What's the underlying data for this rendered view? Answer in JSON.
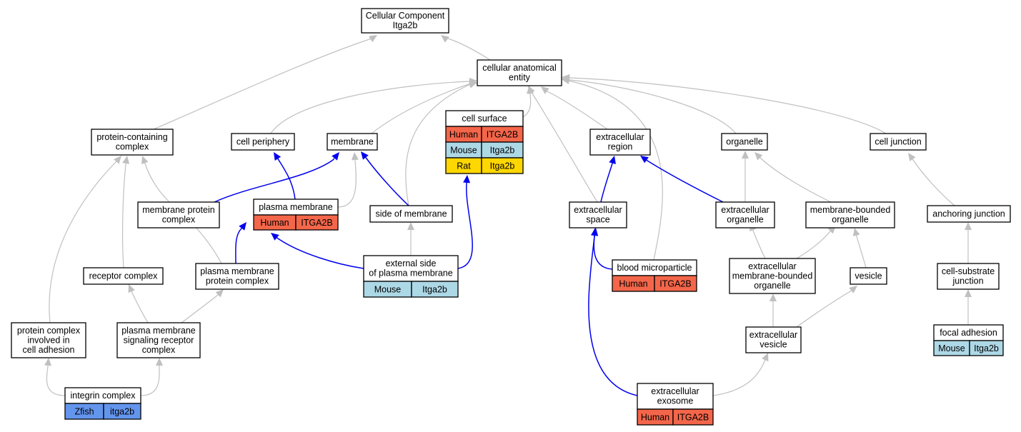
{
  "diagram": {
    "colors": {
      "edge_gray": "#c0c0c0",
      "edge_blue": "#0000ee",
      "Human": "#f4664a",
      "Mouse": "#add8e6",
      "Rat": "#ffd700",
      "Zfish": "#6495ed"
    },
    "nodes": [
      {
        "id": "root",
        "lines": [
          "Cellular Component",
          "Itga2b"
        ]
      },
      {
        "id": "cae",
        "lines": [
          "cellular anatomical",
          "entity"
        ]
      },
      {
        "id": "pcc",
        "lines": [
          "protein-containing",
          "complex"
        ]
      },
      {
        "id": "cellper",
        "lines": [
          "cell periphery"
        ]
      },
      {
        "id": "membrane",
        "lines": [
          "membrane"
        ]
      },
      {
        "id": "cellsurf",
        "lines": [
          "cell surface"
        ],
        "rows": [
          {
            "species": "Human",
            "gene": "ITGA2B"
          },
          {
            "species": "Mouse",
            "gene": "Itga2b"
          },
          {
            "species": "Rat",
            "gene": "Itga2b"
          }
        ]
      },
      {
        "id": "ecregion",
        "lines": [
          "extracellular",
          "region"
        ]
      },
      {
        "id": "organelle",
        "lines": [
          "organelle"
        ]
      },
      {
        "id": "celljunc",
        "lines": [
          "cell junction"
        ]
      },
      {
        "id": "mpc",
        "lines": [
          "membrane protein",
          "complex"
        ]
      },
      {
        "id": "pm",
        "lines": [
          "plasma membrane"
        ],
        "rows": [
          {
            "species": "Human",
            "gene": "ITGA2B"
          }
        ]
      },
      {
        "id": "som",
        "lines": [
          "side of membrane"
        ]
      },
      {
        "id": "ecspace",
        "lines": [
          "extracellular",
          "space"
        ]
      },
      {
        "id": "ecorg",
        "lines": [
          "extracellular",
          "organelle"
        ]
      },
      {
        "id": "mbo",
        "lines": [
          "membrane-bounded",
          "organelle"
        ]
      },
      {
        "id": "anchjunc",
        "lines": [
          "anchoring junction"
        ]
      },
      {
        "id": "recc",
        "lines": [
          "receptor complex"
        ]
      },
      {
        "id": "pmpc",
        "lines": [
          "plasma membrane",
          "protein complex"
        ]
      },
      {
        "id": "espm",
        "lines": [
          "external side",
          "of plasma membrane"
        ],
        "rows": [
          {
            "species": "Mouse",
            "gene": "Itga2b"
          }
        ]
      },
      {
        "id": "bloodmp",
        "lines": [
          "blood microparticle"
        ],
        "rows": [
          {
            "species": "Human",
            "gene": "ITGA2B"
          }
        ]
      },
      {
        "id": "ecmbo",
        "lines": [
          "extracellular",
          "membrane-bounded",
          "organelle"
        ]
      },
      {
        "id": "vesicle",
        "lines": [
          "vesicle"
        ]
      },
      {
        "id": "csj",
        "lines": [
          "cell-substrate",
          "junction"
        ]
      },
      {
        "id": "pcica",
        "lines": [
          "protein complex",
          "involved in",
          "cell adhesion"
        ]
      },
      {
        "id": "pmsrc",
        "lines": [
          "plasma membrane",
          "signaling receptor",
          "complex"
        ]
      },
      {
        "id": "ecves",
        "lines": [
          "extracellular",
          "vesicle"
        ]
      },
      {
        "id": "focadh",
        "lines": [
          "focal adhesion"
        ],
        "rows": [
          {
            "species": "Mouse",
            "gene": "Itga2b"
          }
        ]
      },
      {
        "id": "integrin",
        "lines": [
          "integrin complex"
        ],
        "rows": [
          {
            "species": "Zfish",
            "gene": "itga2b"
          }
        ]
      },
      {
        "id": "ecexo",
        "lines": [
          "extracellular",
          "exosome"
        ],
        "rows": [
          {
            "species": "Human",
            "gene": "ITGA2B"
          }
        ]
      }
    ],
    "edges": [
      {
        "from": "cae",
        "to": "root",
        "style": "gray"
      },
      {
        "from": "pcc",
        "to": "root",
        "style": "gray"
      },
      {
        "from": "cellper",
        "to": "cae",
        "style": "gray"
      },
      {
        "from": "membrane",
        "to": "cae",
        "style": "gray"
      },
      {
        "from": "cellsurf",
        "to": "cae",
        "style": "gray"
      },
      {
        "from": "ecregion",
        "to": "cae",
        "style": "gray"
      },
      {
        "from": "organelle",
        "to": "cae",
        "style": "gray"
      },
      {
        "from": "celljunc",
        "to": "cae",
        "style": "gray"
      },
      {
        "from": "som",
        "to": "cae",
        "style": "gray"
      },
      {
        "from": "ecspace",
        "to": "cae",
        "style": "gray"
      },
      {
        "from": "bloodmp",
        "to": "cae",
        "style": "gray"
      },
      {
        "from": "mpc",
        "to": "pcc",
        "style": "gray"
      },
      {
        "from": "mpc",
        "to": "membrane",
        "style": "blue"
      },
      {
        "from": "pm",
        "to": "cellper",
        "style": "blue"
      },
      {
        "from": "pm",
        "to": "membrane",
        "style": "gray"
      },
      {
        "from": "som",
        "to": "membrane",
        "style": "blue"
      },
      {
        "from": "ecspace",
        "to": "ecregion",
        "style": "blue"
      },
      {
        "from": "ecorg",
        "to": "ecregion",
        "style": "blue"
      },
      {
        "from": "ecorg",
        "to": "organelle",
        "style": "gray"
      },
      {
        "from": "mbo",
        "to": "organelle",
        "style": "gray"
      },
      {
        "from": "anchjunc",
        "to": "celljunc",
        "style": "gray"
      },
      {
        "from": "recc",
        "to": "pcc",
        "style": "gray"
      },
      {
        "from": "pcica",
        "to": "pcc",
        "style": "gray"
      },
      {
        "from": "pmpc",
        "to": "mpc",
        "style": "gray"
      },
      {
        "from": "pmpc",
        "to": "pm",
        "style": "blue"
      },
      {
        "from": "espm",
        "to": "pm",
        "style": "blue"
      },
      {
        "from": "espm",
        "to": "som",
        "style": "gray"
      },
      {
        "from": "espm",
        "to": "cellsurf",
        "style": "blue"
      },
      {
        "from": "bloodmp",
        "to": "ecspace",
        "style": "blue"
      },
      {
        "from": "ecmbo",
        "to": "ecorg",
        "style": "gray"
      },
      {
        "from": "ecmbo",
        "to": "mbo",
        "style": "gray"
      },
      {
        "from": "vesicle",
        "to": "mbo",
        "style": "gray"
      },
      {
        "from": "csj",
        "to": "anchjunc",
        "style": "gray"
      },
      {
        "from": "pmsrc",
        "to": "recc",
        "style": "gray"
      },
      {
        "from": "pmsrc",
        "to": "pmpc",
        "style": "gray"
      },
      {
        "from": "ecves",
        "to": "ecmbo",
        "style": "gray"
      },
      {
        "from": "ecves",
        "to": "vesicle",
        "style": "gray"
      },
      {
        "from": "focadh",
        "to": "csj",
        "style": "gray"
      },
      {
        "from": "integrin",
        "to": "pcica",
        "style": "gray"
      },
      {
        "from": "integrin",
        "to": "pmsrc",
        "style": "gray"
      },
      {
        "from": "ecexo",
        "to": "ecspace",
        "style": "blue"
      },
      {
        "from": "ecexo",
        "to": "ecves",
        "style": "gray"
      }
    ]
  }
}
